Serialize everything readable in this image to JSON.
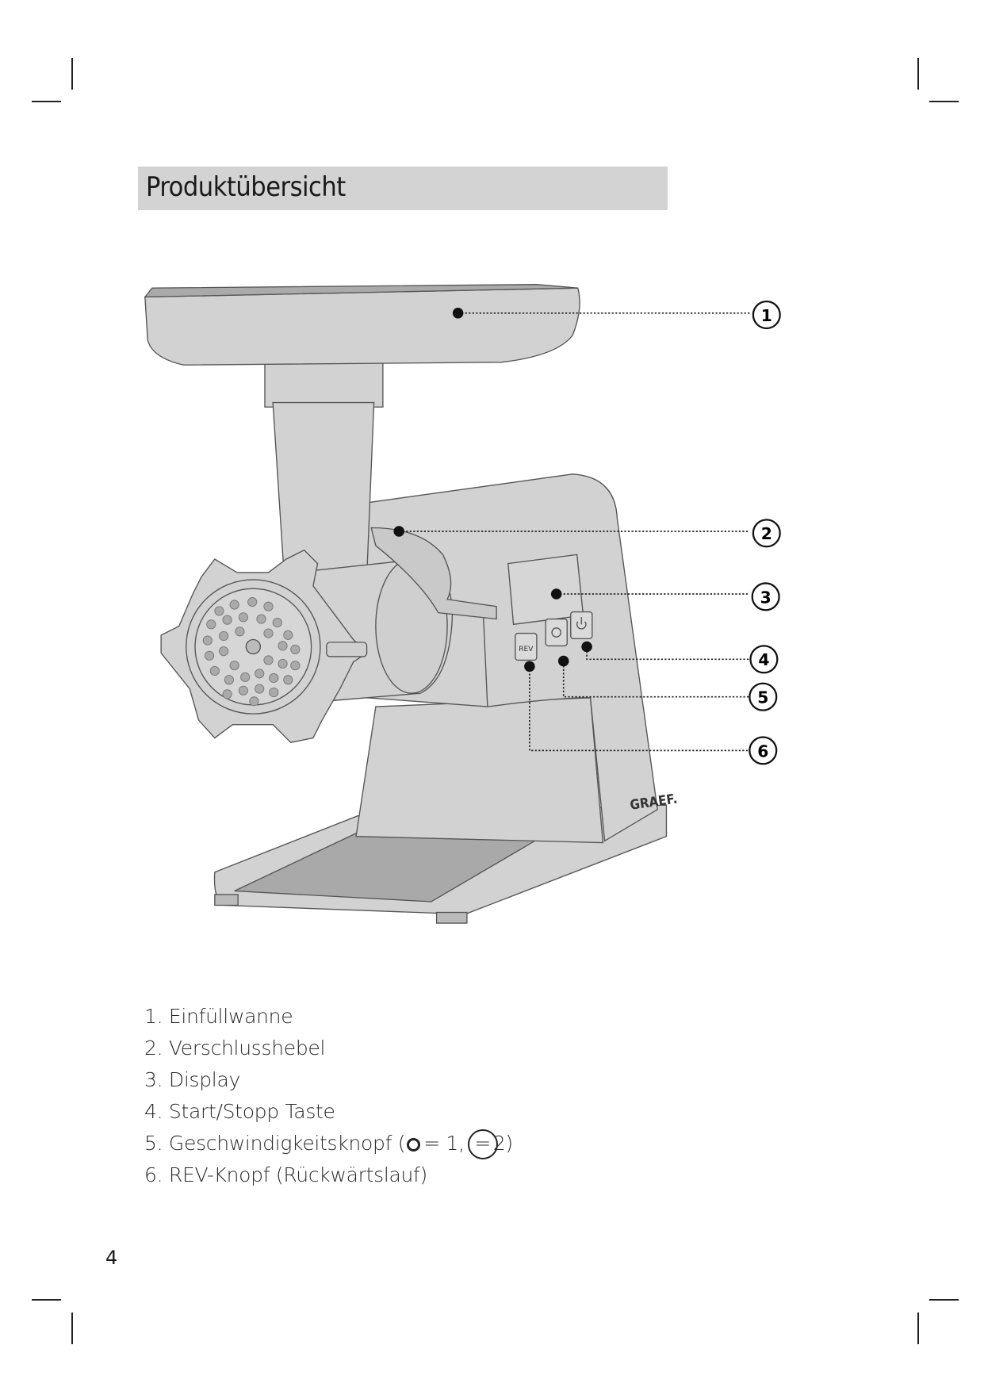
{
  "section_title": "Produktübersicht",
  "callouts": [
    "1",
    "2",
    "3",
    "4",
    "5",
    "6"
  ],
  "device": {
    "brand_label": "GRAEF.",
    "rev_button_label": "REV"
  },
  "legend": [
    {
      "num": "1.",
      "text": "Einfüllwanne"
    },
    {
      "num": "2.",
      "text": "Verschlusshebel"
    },
    {
      "num": "3.",
      "text": "Display"
    },
    {
      "num": "4.",
      "text": "Start/Stopp Taste"
    },
    {
      "num": "5.",
      "text": "Geschwindigkeitsknopf (",
      "part2": "= 1,",
      "part3": "=",
      "part4": "2)"
    },
    {
      "num": "6.",
      "text": "REV-Knopf (Rückwärtslauf)"
    }
  ],
  "page_number": "4",
  "colors": {
    "title_bar": "#d3d3d3",
    "device_fill": "#d0d0d0",
    "device_dark": "#a8a8a8"
  }
}
